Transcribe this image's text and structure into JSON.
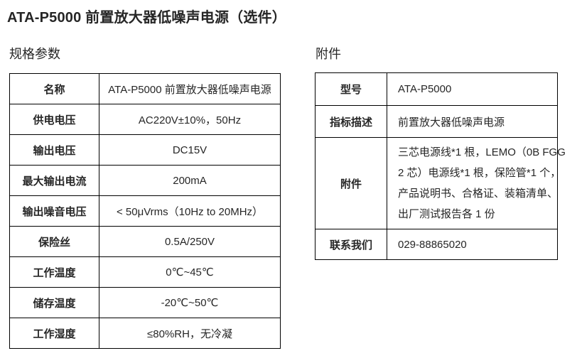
{
  "page": {
    "title": "ATA-P5000 前置放大器低噪声电源（选件）",
    "text_color": "#262626",
    "border_color": "#000000",
    "background_color": "#ffffff"
  },
  "spec_section": {
    "heading": "规格参数",
    "rows": [
      {
        "label": "名称",
        "value": "ATA-P5000 前置放大器低噪声电源"
      },
      {
        "label": "供电电压",
        "value": "AC220V±10%，50Hz"
      },
      {
        "label": "输出电压",
        "value": "DC15V"
      },
      {
        "label": "最大输出电流",
        "value": "200mA"
      },
      {
        "label": "输出噪音电压",
        "value": "< 50μVrms（10Hz to 20MHz）"
      },
      {
        "label": "保险丝",
        "value": "0.5A/250V"
      },
      {
        "label": "工作温度",
        "value": "0℃~45℃"
      },
      {
        "label": "储存温度",
        "value": "-20℃~50℃"
      },
      {
        "label": "工作湿度",
        "value": "≤80%RH，无冷凝"
      }
    ]
  },
  "accessory_section": {
    "heading": "附件",
    "rows": [
      {
        "label": "型号",
        "value": "ATA-P5000"
      },
      {
        "label": "指标描述",
        "value": "前置放大器低噪声电源"
      },
      {
        "label": "附件",
        "value_lines": [
          "三芯电源线*1 根，LEMO（0B FGG",
          "2 芯）电源线*1 根，保险管*1 个，",
          "产品说明书、合格证、装箱清单、",
          "出厂测试报告各 1 份"
        ]
      },
      {
        "label": "联系我们",
        "value": "029-88865020"
      }
    ]
  }
}
